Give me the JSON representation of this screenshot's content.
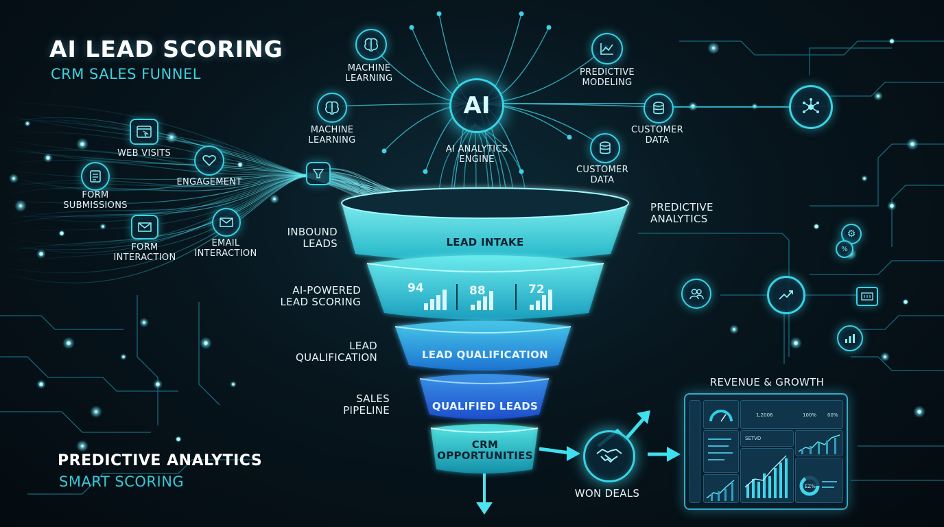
{
  "header": {
    "title": "AI LEAD SCORING",
    "subtitle": "CRM SALES FUNNEL"
  },
  "footer": {
    "title": "PREDICTIVE ANALYTICS",
    "subtitle": "SMART SCORING"
  },
  "ai_engine": {
    "badge": "AI",
    "label": "AI ANALYTICS\nENGINE"
  },
  "ai_inputs": [
    {
      "label": "MACHINE\nLEARNING",
      "icon": "brain-icon"
    },
    {
      "label": "MACHINE\nLEARNING",
      "icon": "brain-icon"
    },
    {
      "label": "PREDICTIVE\nMODELING",
      "icon": "line-chart-icon"
    },
    {
      "label": "CUSTOMER\nDATA",
      "icon": "database-icon"
    },
    {
      "label": "CUSTOMER\nDATA",
      "icon": "database-icon"
    }
  ],
  "sources": [
    {
      "label": "WEB VISITS",
      "icon": "browser-icon"
    },
    {
      "label": "ENGAGEMENT",
      "icon": "heart-icon"
    },
    {
      "label": "FORM\nSUBMISSIONS",
      "icon": "form-icon"
    },
    {
      "label": "FORM\nINTERACTION",
      "icon": "envelope-icon"
    },
    {
      "label": "EMAIL\nINTERACTION",
      "icon": "envelope-icon"
    }
  ],
  "stage_labels": [
    "INBOUND\nLEADS",
    "AI-POWERED\nLEAD SCORING",
    "LEAD\nQUALIFICATION",
    "SALES\nPIPELINE"
  ],
  "funnel": {
    "tiers": [
      "LEAD INTAKE",
      "",
      "LEAD QUALIFICATION",
      "QUALIFIED LEADS",
      "CRM\nOPPORTUNITIES"
    ],
    "scores": [
      94,
      88,
      72
    ]
  },
  "right": {
    "predictive_label": "PREDICTIVE\nANALYTICS",
    "revenue_label": "REVENUE & GROWTH",
    "won_label": "WON DEALS"
  },
  "dashboard": {
    "stats": [
      "1,2006",
      "100%",
      "00%"
    ],
    "chip": "SETVD",
    "gauge_label": "EZ%"
  },
  "colors": {
    "accent": "#39d3e6",
    "funnel_top": "#63f0f2",
    "funnel_bottom": "#1f5bd6",
    "background": "#07151d"
  }
}
